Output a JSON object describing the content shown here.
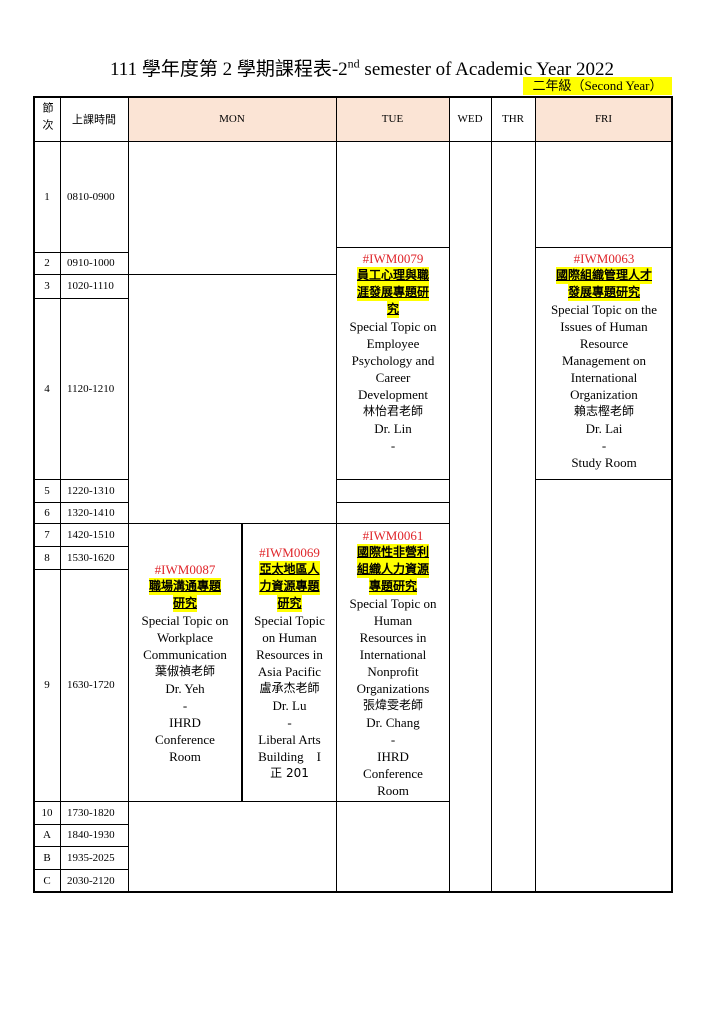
{
  "title": {
    "prefix": "111 學年度第 2 學期課程表-2",
    "sup": "nd",
    "suffix": " semester of Academic Year 2022"
  },
  "year_label": "二年級（Second Year）",
  "headers": {
    "period": "節次",
    "time": "上課時間",
    "mon": "MON",
    "tue": "TUE",
    "wed": "WED",
    "thr": "THR",
    "fri": "FRI"
  },
  "periods": [
    {
      "num": "1",
      "time": "0810-0900"
    },
    {
      "num": "2",
      "time": "0910-1000"
    },
    {
      "num": "3",
      "time": "1020-1110"
    },
    {
      "num": "4",
      "time": "1120-1210"
    },
    {
      "num": "5",
      "time": "1220-1310"
    },
    {
      "num": "6",
      "time": "1320-1410"
    },
    {
      "num": "7",
      "time": "1420-1510"
    },
    {
      "num": "8",
      "time": "1530-1620"
    },
    {
      "num": "9",
      "time": "1630-1720"
    },
    {
      "num": "10",
      "time": "1730-1820"
    },
    {
      "num": "A",
      "time": "1840-1930"
    },
    {
      "num": "B",
      "time": "1935-2025"
    },
    {
      "num": "C",
      "time": "2030-2120"
    }
  ],
  "courses": {
    "tue_iwm0079": {
      "code": "#IWM0079",
      "zh": [
        "員工心理與職",
        "涯發展專題研",
        "究"
      ],
      "en": [
        "Special Topic on",
        "Employee",
        "Psychology and",
        "Career",
        "Development"
      ],
      "teacher": "林怡君老師",
      "teacher_en": "Dr. Lin",
      "sep": "-"
    },
    "fri_iwm0063": {
      "code": "#IWM0063",
      "zh": [
        "國際組織管理人才",
        "發展專題研究"
      ],
      "en": [
        "Special Topic on the",
        "Issues of Human",
        "Resource",
        "Management on",
        "International",
        "Organization"
      ],
      "teacher": "賴志樫老師",
      "teacher_en": "Dr. Lai",
      "sep": "-",
      "room": [
        "Study Room"
      ]
    },
    "mon_iwm0087": {
      "code": "#IWM0087",
      "zh": [
        "職場溝通專題",
        "研究"
      ],
      "en": [
        "Special Topic on",
        "Workplace",
        "Communication"
      ],
      "teacher": "葉俶禎老師",
      "teacher_en": "Dr. Yeh",
      "sep": "-",
      "room": [
        "IHRD",
        "Conference",
        "Room"
      ]
    },
    "mon_iwm0069": {
      "code": "#IWM0069",
      "zh": [
        "亞太地區人",
        "力資源專題",
        "研究"
      ],
      "en": [
        "Special Topic",
        "on Human",
        "Resources in",
        "Asia Pacific"
      ],
      "teacher": "盧承杰老師",
      "teacher_en": "Dr. Lu",
      "sep": "-",
      "room": [
        "Liberal Arts",
        "Building　I",
        "正 201"
      ]
    },
    "tue_iwm0061": {
      "code": "#IWM0061",
      "zh": [
        "國際性非營利",
        "組織人力資源",
        "專題研究"
      ],
      "en": [
        "Special Topic on",
        "Human",
        "Resources in",
        "International",
        "Nonprofit",
        "Organizations"
      ],
      "teacher": "張煒雯老師",
      "teacher_en": "Dr. Chang",
      "sep": "-",
      "room": [
        "IHRD",
        "Conference",
        "Room"
      ]
    }
  }
}
